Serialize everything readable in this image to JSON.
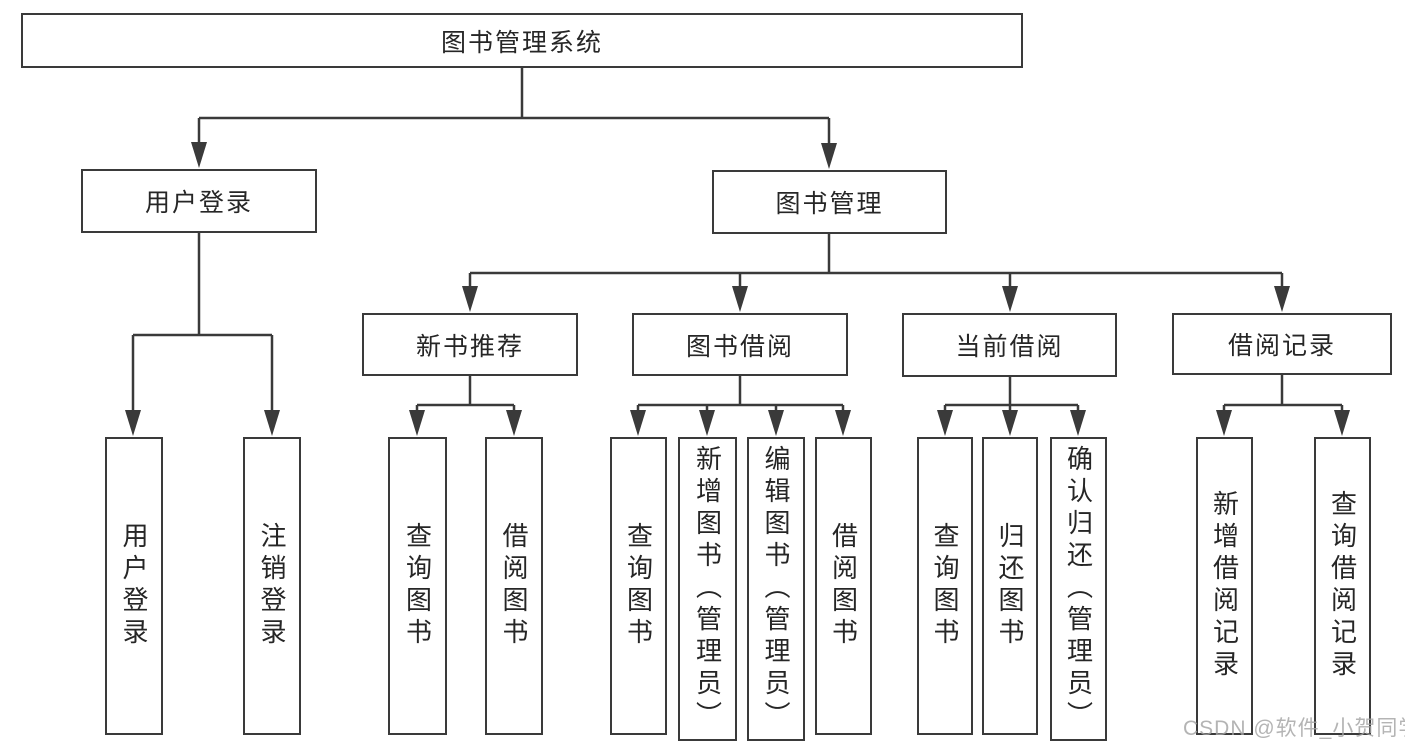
{
  "colors": {
    "line": "#3a3a3a",
    "node_border": "#3a3a3a",
    "node_background": "#ffffff",
    "text": "#262626",
    "watermark": "#a4a4a4",
    "page_background": "#ffffff"
  },
  "tree": {
    "root": {
      "label": "图书管理系统"
    },
    "branches": [
      {
        "label": "用户登录",
        "children": [
          {
            "label": "用户登录"
          },
          {
            "label": "注销登录"
          }
        ]
      },
      {
        "label": "图书管理",
        "children": [
          {
            "label": "新书推荐",
            "children": [
              {
                "label": "查询图书"
              },
              {
                "label": "借阅图书"
              }
            ]
          },
          {
            "label": "图书借阅",
            "children": [
              {
                "label": "查询图书"
              },
              {
                "label": "新增图书（管理员）"
              },
              {
                "label": "编辑图书（管理员）"
              },
              {
                "label": "借阅图书"
              }
            ]
          },
          {
            "label": "当前借阅",
            "children": [
              {
                "label": "查询图书"
              },
              {
                "label": "归还图书"
              },
              {
                "label": "确认归还（管理员）"
              }
            ]
          },
          {
            "label": "借阅记录",
            "children": [
              {
                "label": "新增借阅记录"
              },
              {
                "label": "查询借阅记录"
              }
            ]
          }
        ]
      }
    ]
  },
  "watermark": {
    "text": "CSDN @软件_小贺同学"
  }
}
